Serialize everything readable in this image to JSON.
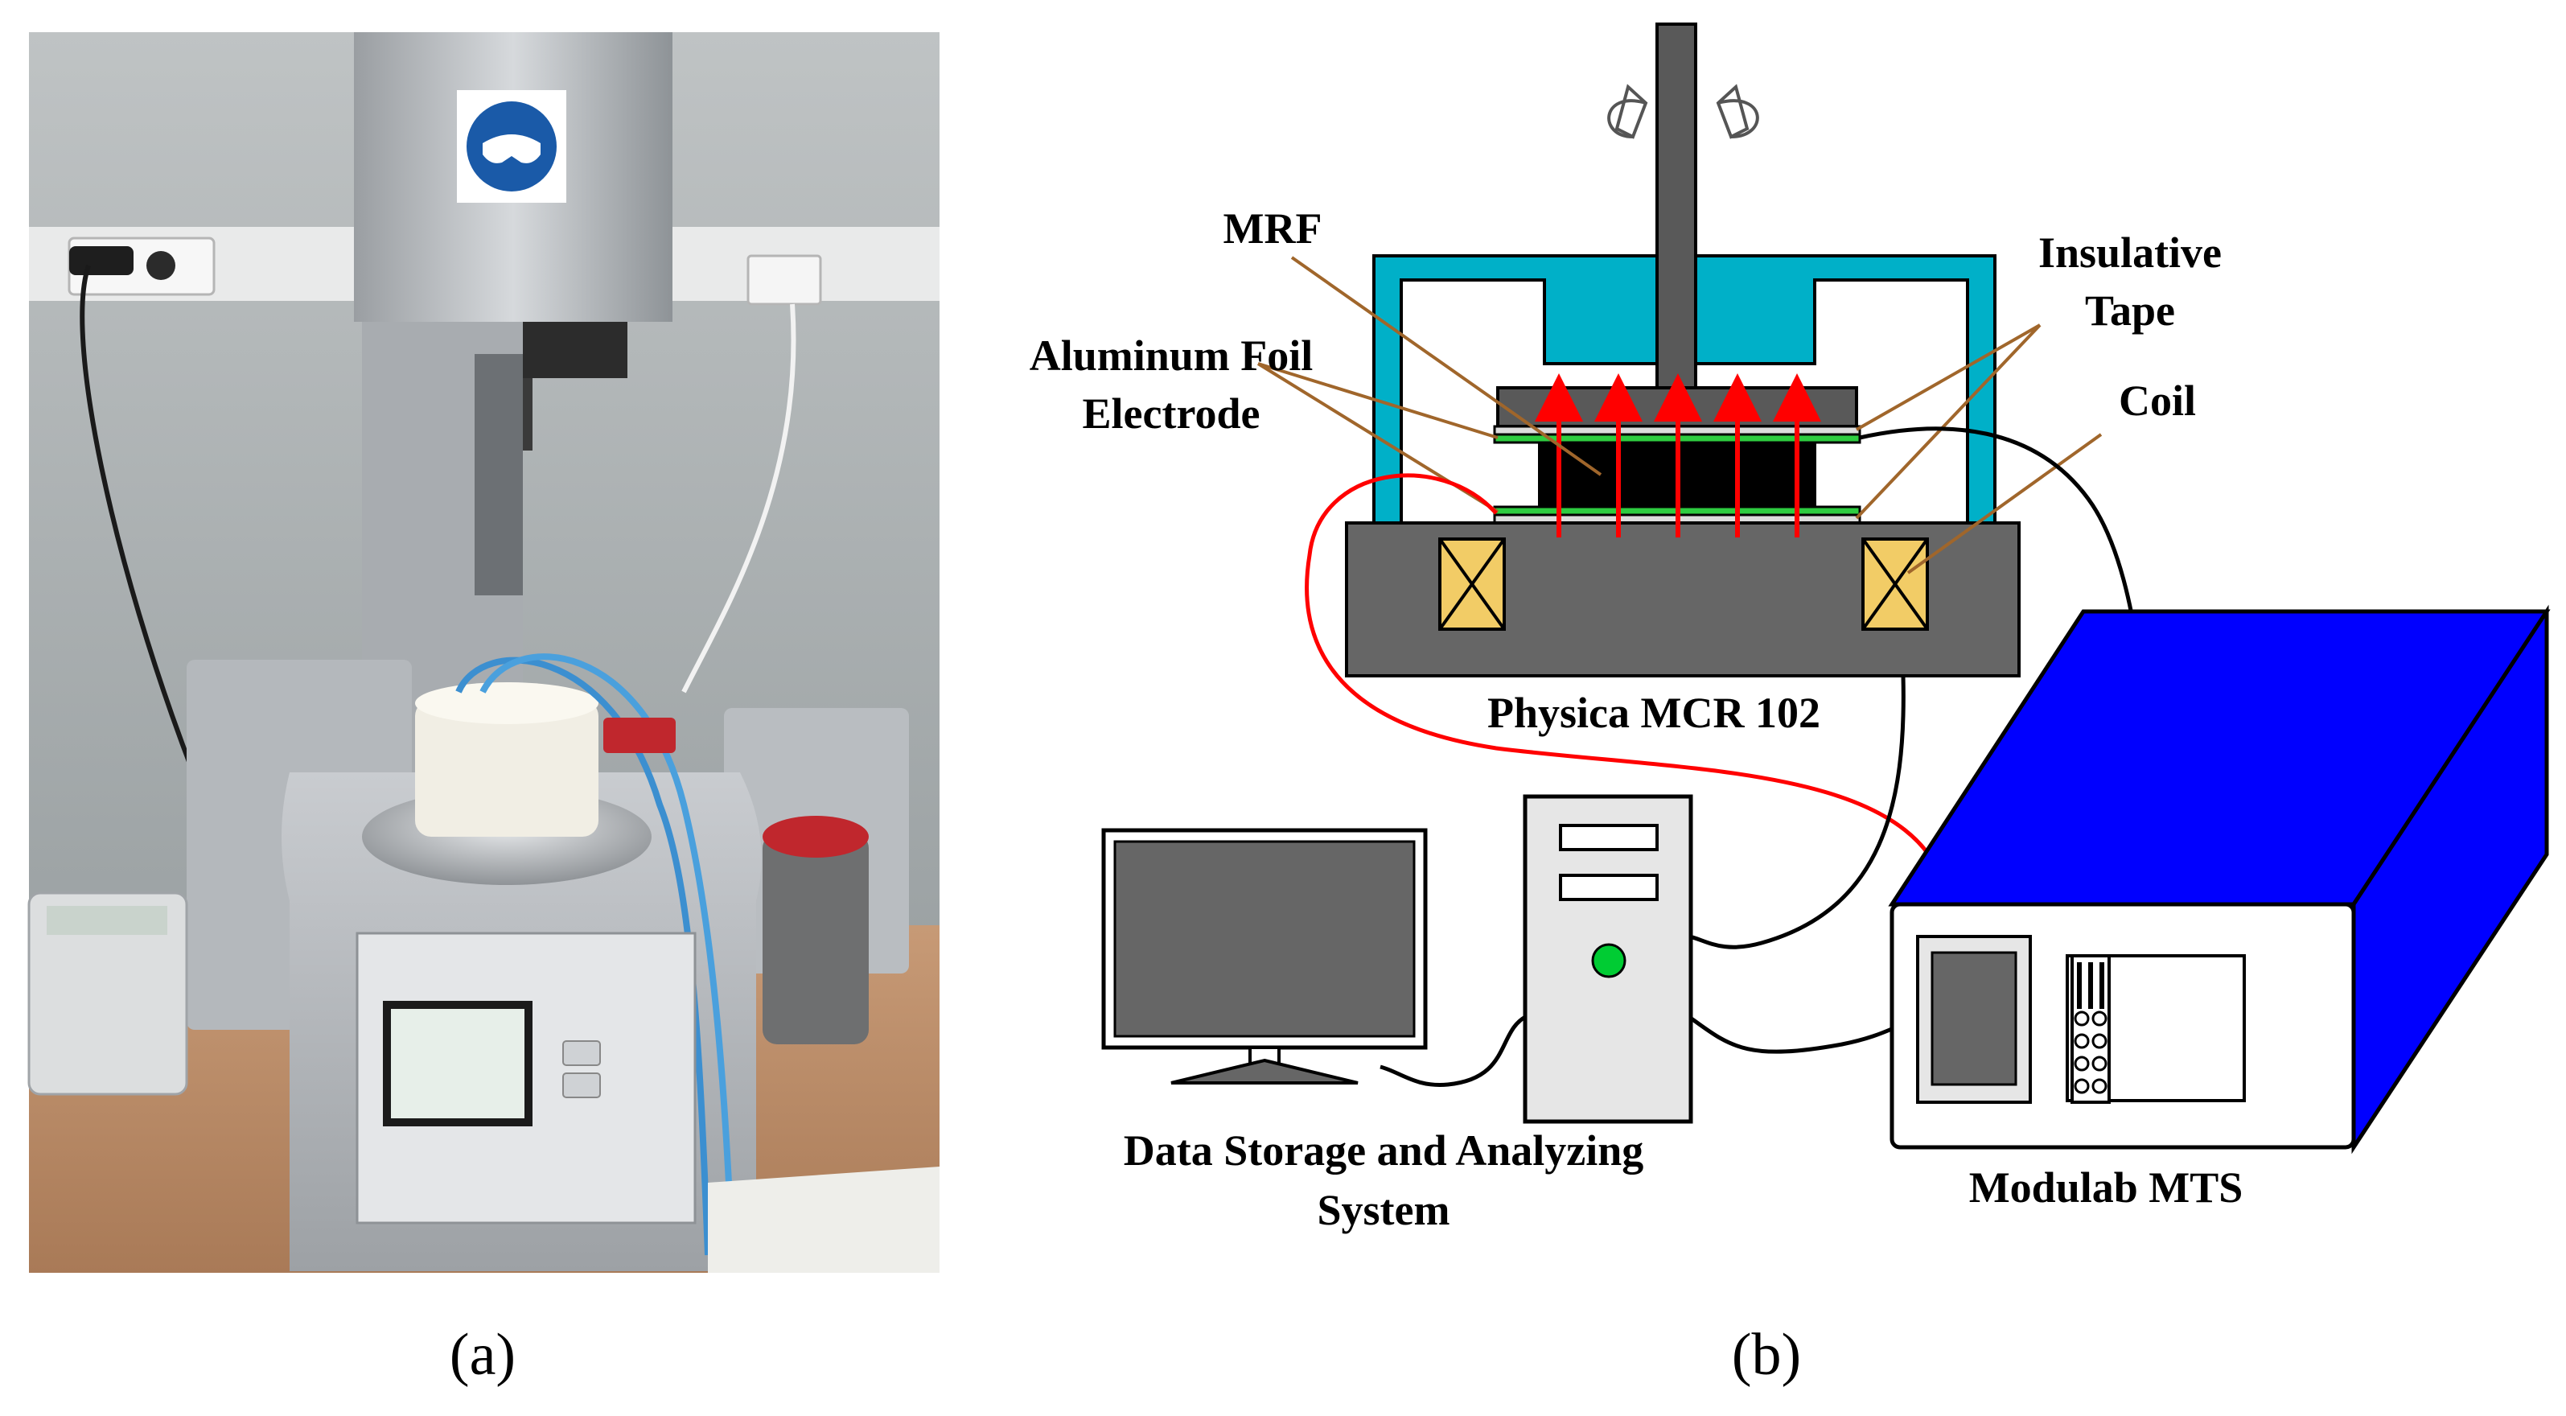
{
  "panel_a": {
    "caption": "(a)"
  },
  "panel_b": {
    "caption": "(b)",
    "labels": {
      "mrf": "MRF",
      "aluminum_foil_line1": "Aluminum Foil",
      "aluminum_foil_line2": "Electrode",
      "insulative_line1": "Insulative",
      "insulative_line2": "Tape",
      "coil": "Coil",
      "rheometer": "Physica MCR 102",
      "data_storage_line1": "Data Storage and Analyzing",
      "data_storage_line2": "System",
      "modulab": "Modulab MTS"
    }
  },
  "colors": {
    "frame_cyan": "#00B0C8",
    "spindle_gray": "#595959",
    "base_gray": "#666666",
    "coil_yellow": "#F2CC66",
    "mrf_black": "#000000",
    "field_arrow_red": "#FF0000",
    "foil_green": "#2ECC40",
    "leader_brown": "#A0662B",
    "box_blue": "#0000FF",
    "led_green": "#00CC33"
  }
}
